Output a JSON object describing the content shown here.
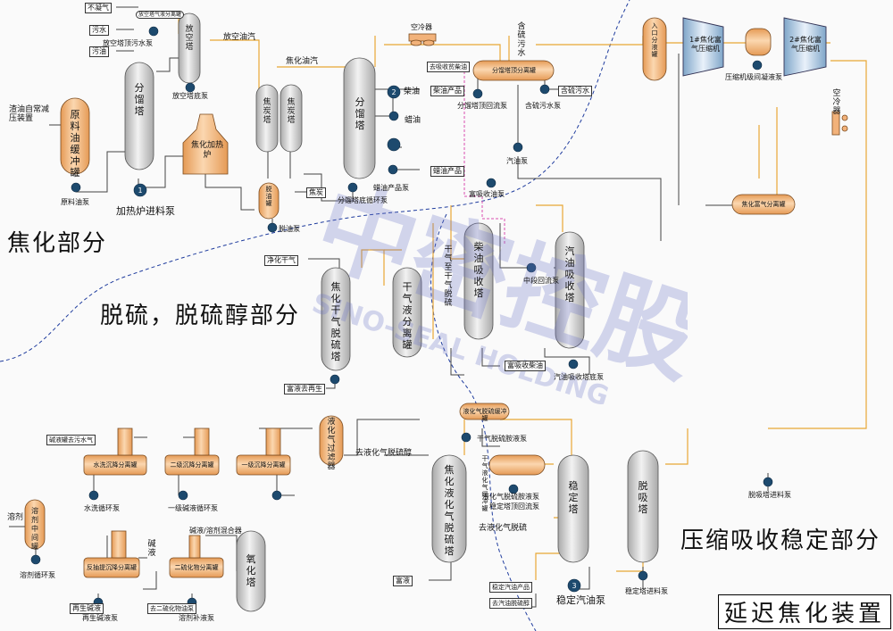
{
  "title": "延迟焦化装置",
  "sections": {
    "coking": "焦化部分",
    "desulfur": "脱硫，脱硫醇部分",
    "compression": "压缩吸收稳定部分"
  },
  "watermark": {
    "cn": "中密控股",
    "en": "SINO-SEAL HOLDING"
  },
  "vessels": {
    "fractionator1": "分馏塔",
    "raw_tank": "原料油缓冲罐",
    "vent_tower": "放空塔",
    "furnace": "焦化加热炉",
    "coke1": "焦炭塔",
    "coke2": "焦炭塔",
    "dewater": "脱油罐",
    "fractionator2": "分馏塔",
    "top_oil_sep": "分馏塔顶分离罐",
    "inlet_drum": "入口分液罐",
    "comp1": "1#焦化富气压缩机",
    "comp2": "2#焦化富气压缩机",
    "rich_gas_sep": "焦化富气分离罐",
    "diesel_absorber": "柴油吸收塔",
    "gasoline_absorber": "汽油吸收塔",
    "dry_gas_sep": "干气液分离罐",
    "coker_gas_desulf": "焦化干气脱硫塔",
    "lpg_desulf": "焦化液化气脱硫塔",
    "stabilizer": "稳定塔",
    "desorber": "脱吸塔",
    "lpg_filter": "液化气过滤器",
    "oxidizer": "氧化塔",
    "wash_sep": "水洗沉降分离罐",
    "sep2": "二级沉降分离罐",
    "sep1": "一级沉降分离罐",
    "solvent_tank": "溶剂中间罐",
    "regen_sep": "反抽提沉降分离罐",
    "disulfide_sep": "二硫化物分离罐",
    "lpg_dry_drum": "干气液化气缓冲罐",
    "sec_drum": "液化气脱硫缓冲罐",
    "air_cooler": "空冷器",
    "air_cooler2": "空冷器"
  },
  "labels": {
    "residue_feed": "渣油自常减压装置",
    "no_cond_gas": "不凝气",
    "sewage": "污水",
    "dirty_oil": "污油",
    "vent_ovhd_pump": "放空塔顶污水泵",
    "vent_sep": "放空塔气液分离罐",
    "vent_bottom_pump": "放空塔底泵",
    "vent_oil_gas": "放空油汽",
    "coke_oil_gas": "焦化油汽",
    "raw_oil_pump": "原料油泵",
    "furnace_feed_pump": "加热炉进料泵",
    "coke": "焦炭",
    "dewater_pump": "脱油泵",
    "frac_bottom_pump": "分馏塔底循环泵",
    "wax_pump": "蜡油产品泵",
    "wax_product": "蜡油产品",
    "wax_oil": "蜡油",
    "diesel": "柴油",
    "diesel_product": "柴油产品",
    "to_absorber_diesel": "去吸收贫柴油",
    "frac_top_reflux": "分馏塔顶回流泵",
    "sour_water_pump": "含硫污水泵",
    "sour_water": "含硫污水",
    "sour_water2": "含硫污水",
    "gasoline_pump": "汽油泵",
    "rich_absorb_pump": "富吸收油泵",
    "comp_inter_pump": "压缩机级间凝液泵",
    "clean_dry_gas": "净化干气",
    "dry_to_desulf": "干气至干气脱硫",
    "mid_reflux": "中段回流泵",
    "rich_absorb_oil": "富吸收柴油",
    "gas_absorber_pump": "汽油吸收塔底泵",
    "rich_solvent": "富液去再生",
    "dry_gas_sweet_pump": "干气脱硫胺液泵",
    "to_lpg_mercaptan": "去液化气脱硫醇",
    "lpg_sweet_pump": "液化气脱硫胺液泵",
    "stab_reflux": "稳定塔顶回流泵",
    "to_lpg_desulf": "去液化气脱硫",
    "rich_liquid": "富液",
    "stab_gasoline_pump": "稳定汽油泵",
    "stab_gasoline_product": "稳定汽油产品",
    "to_gasoline_sweet": "去汽油脱硫醇",
    "desorber_pump": "稳定塔进料泵",
    "desorber_feed_pump": "脱吸塔进料泵",
    "wash_water_tank": "碱液罐去污水气",
    "water_wash_pump": "水洗循环泵",
    "alk1_pump": "一级碱液循环泵",
    "solvent": "溶剂",
    "solvent_pump": "溶剂循环泵",
    "caustic_solvent_mixer": "碱液/溶剂混合器",
    "caustic": "碱液",
    "regen_caustic": "再生碱液",
    "regen_pump": "再生碱液泵",
    "disulfide_oil_pump": "去二硫化物油泵",
    "solvent_makeup_pump": "溶剂补液泵"
  },
  "pump_numbers": [
    "1",
    "2",
    "3"
  ],
  "colors": {
    "tank_orange": "#f2b27a",
    "tank_gray": "#d3d3d3",
    "line_gold": "#e8a735",
    "line_gray": "#555555",
    "line_blue": "#222266",
    "line_magenta": "#d94fb0",
    "pump_blue": "#1d4a6e",
    "watermark": "#6b73c8",
    "boundary": "#1f3c9e"
  }
}
